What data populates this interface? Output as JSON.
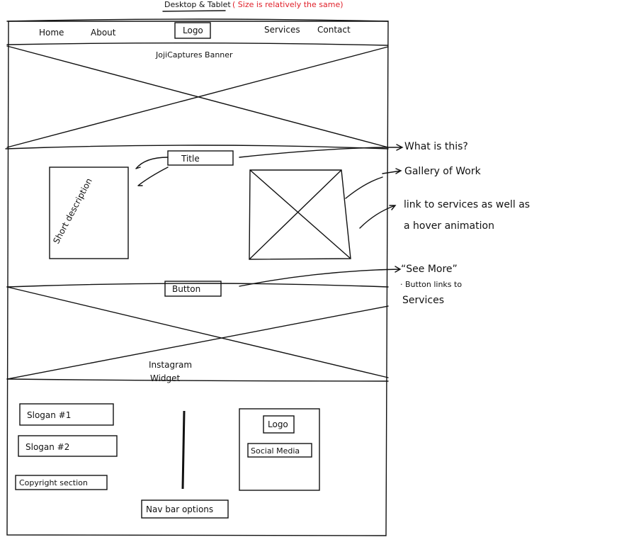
{
  "header": {
    "title": "Desktop & Tablet",
    "note": "( Size is relatively the same)",
    "note_color": "#e0202a"
  },
  "nav": {
    "items": [
      "Home",
      "About",
      "Logo",
      "Services",
      "Contact"
    ]
  },
  "banner": {
    "label": "JojiCaptures Banner"
  },
  "about": {
    "title": "Title",
    "description": "Short description"
  },
  "gallery": {
    "placeholder": "image-placeholder"
  },
  "cta": {
    "button": "Button"
  },
  "instagram": {
    "line1": "Instagram",
    "line2": "Widget"
  },
  "footer": {
    "slogan1": "Slogan #1",
    "slogan2": "Slogan #2",
    "copyright": "Copyright section",
    "logo": "Logo",
    "social": "Social Media",
    "nav_options": "Nav bar options"
  },
  "annotations": {
    "what": "What is this?",
    "gallery": "Gallery of Work",
    "link_line1": "link to services as well as",
    "link_line2": "a   hover   animation",
    "see_more": "“See More”",
    "button_line1": "· Button links to",
    "button_line2": "Services"
  }
}
